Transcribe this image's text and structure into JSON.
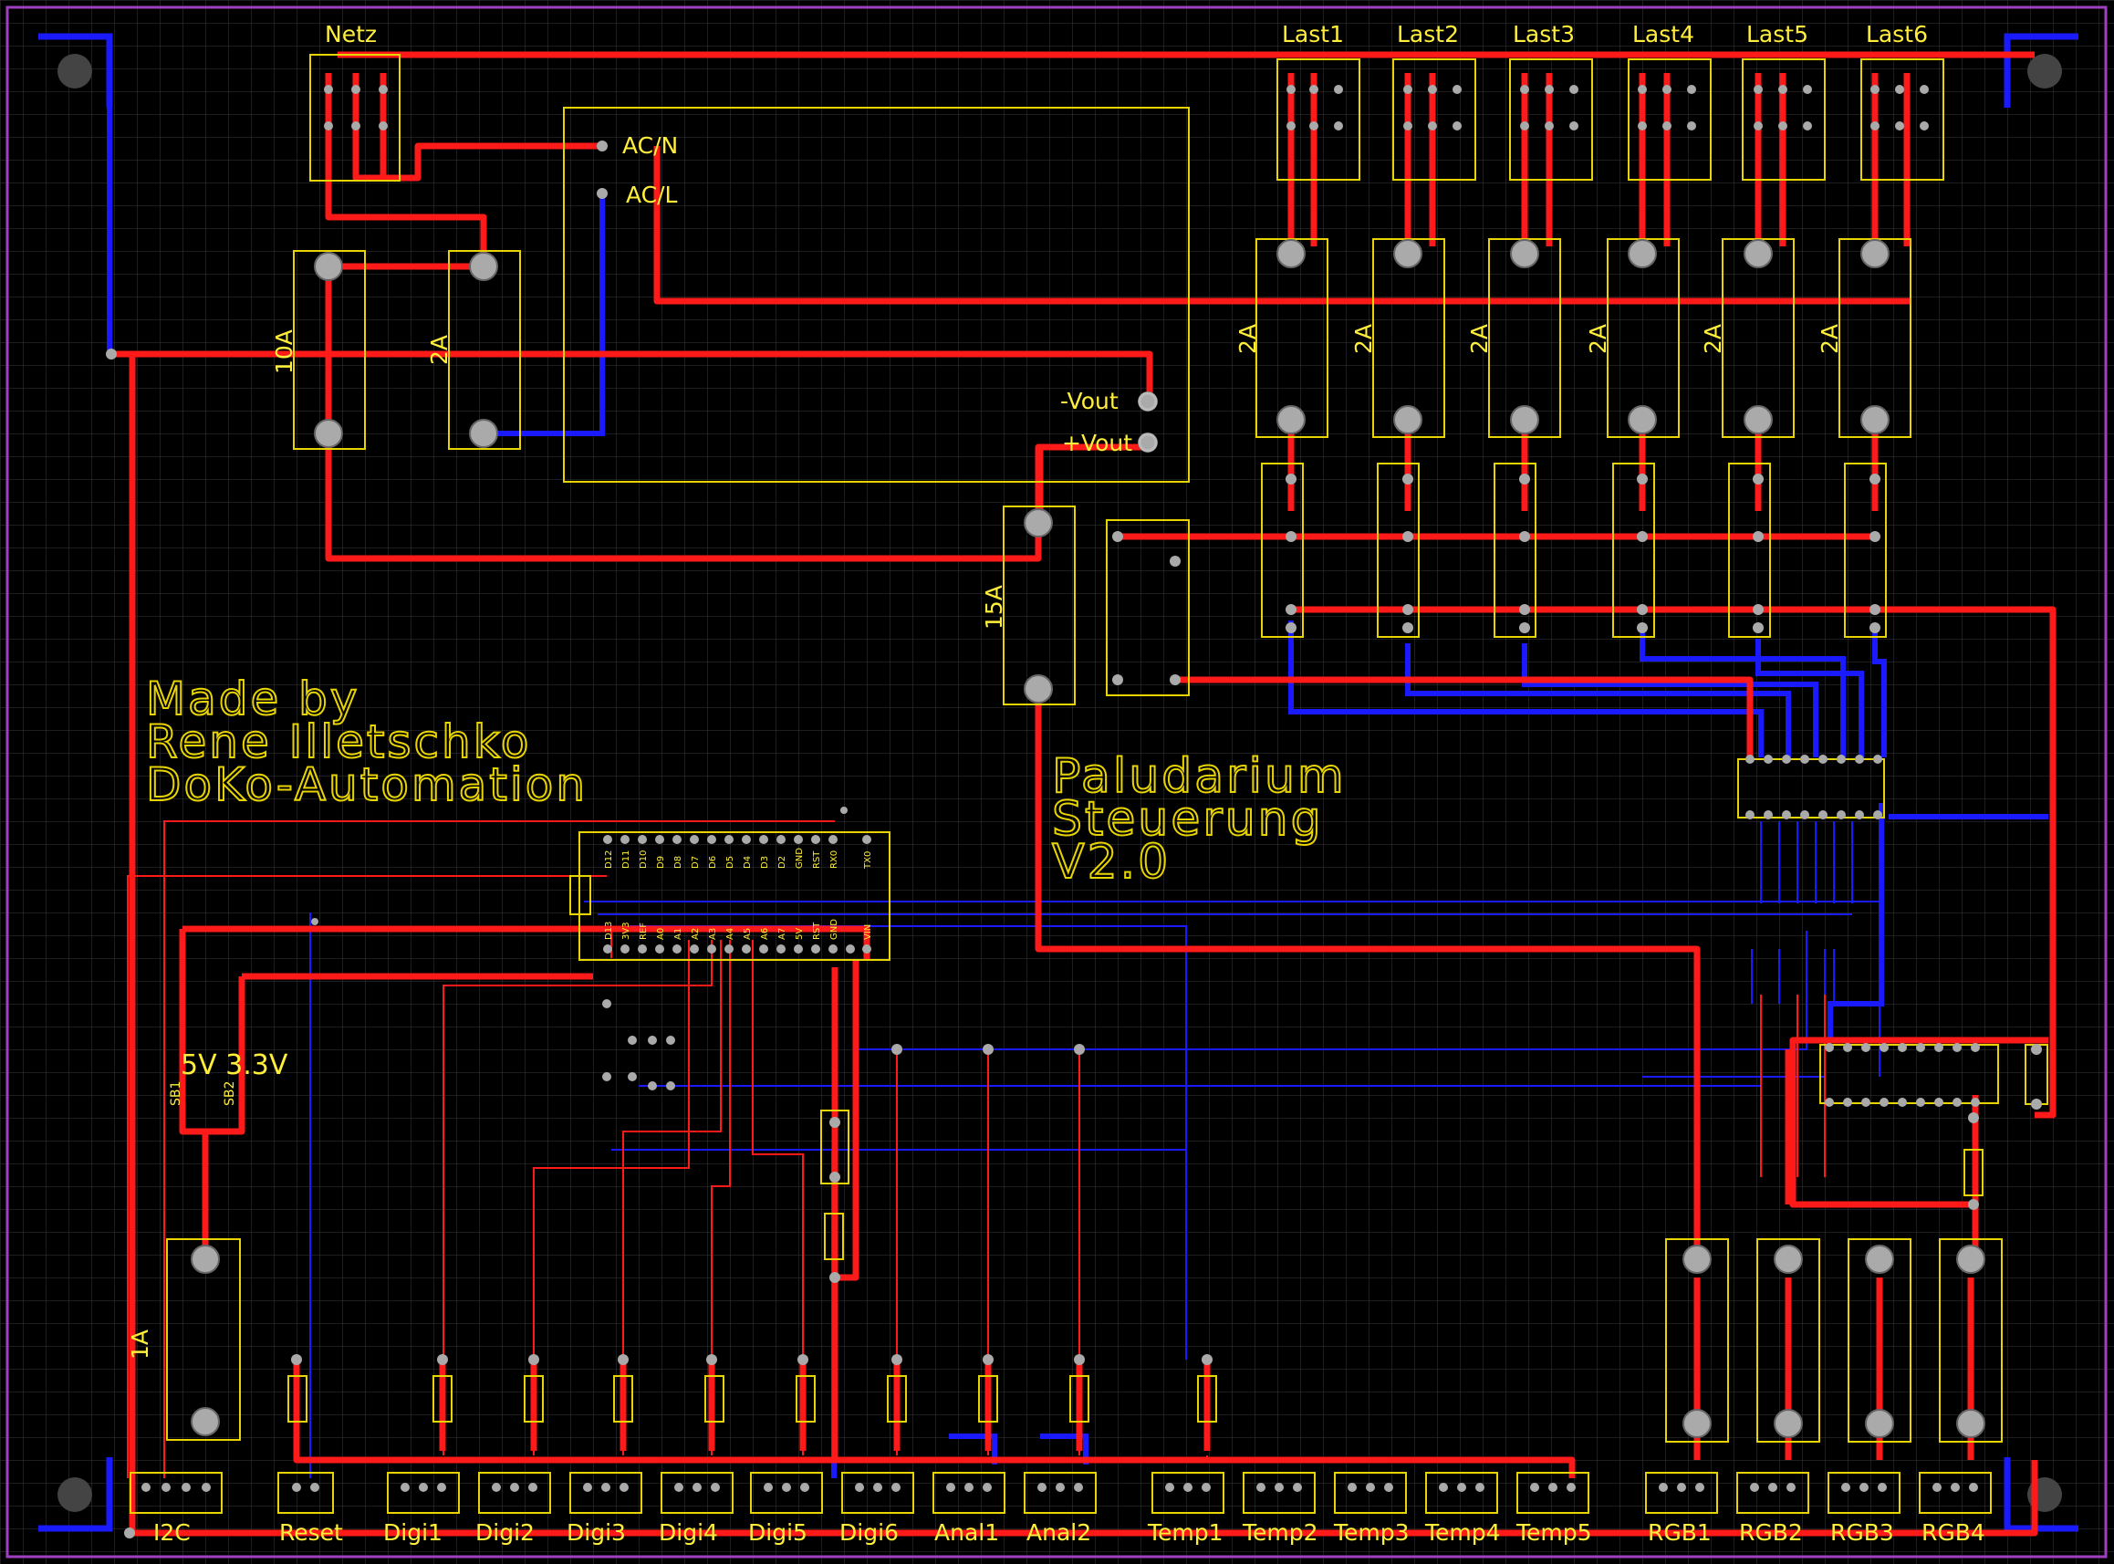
{
  "board": {
    "credit_lines": [
      "Made by",
      "Rene Illetschko",
      "DoKo-Automation"
    ],
    "title_lines": [
      "Paludarium",
      "Steuerung",
      "V2.0"
    ]
  },
  "connectors": {
    "mains": "Netz",
    "loads": [
      "Last1",
      "Last2",
      "Last3",
      "Last4",
      "Last5",
      "Last6"
    ],
    "bottom": [
      "I2C",
      "Reset",
      "Digi1",
      "Digi2",
      "Digi3",
      "Digi4",
      "Digi5",
      "Digi6",
      "Anal1",
      "Anal2",
      "Temp1",
      "Temp2",
      "Temp3",
      "Temp4",
      "Temp5",
      "RGB1",
      "RGB2",
      "RGB3",
      "RGB4"
    ]
  },
  "fuses": {
    "main": "10A",
    "psu": "2A",
    "load": "2A",
    "dc": "15A",
    "logic": "1A"
  },
  "power_supply": {
    "ac_n": "AC/N",
    "ac_l": "AC/L",
    "vout_neg": "-Vout",
    "vout_pos": "+Vout"
  },
  "voltage_select": {
    "label": "5V 3.3V",
    "sb1": "SB1",
    "sb2": "SB2"
  },
  "arduino": {
    "top_pins": [
      "D12",
      "D11",
      "D10",
      "D9",
      "D8",
      "D7",
      "D6",
      "D5",
      "D4",
      "D3",
      "D2",
      "GND",
      "RST",
      "RX0",
      "TX0"
    ],
    "bottom_pins": [
      "D13",
      "3V3",
      "REF",
      "A0",
      "A1",
      "A2",
      "A3",
      "A4",
      "A5",
      "A6",
      "A7",
      "5V",
      "RST",
      "GND",
      "VIN"
    ]
  },
  "colors": {
    "background": "#000000",
    "grid": "#3a3a3a",
    "top_copper": "#ff1a1a",
    "bottom_copper": "#1a1aff",
    "silkscreen": "#ffef3a",
    "outline": "#a040c0",
    "pad": "#b0b0b0"
  }
}
